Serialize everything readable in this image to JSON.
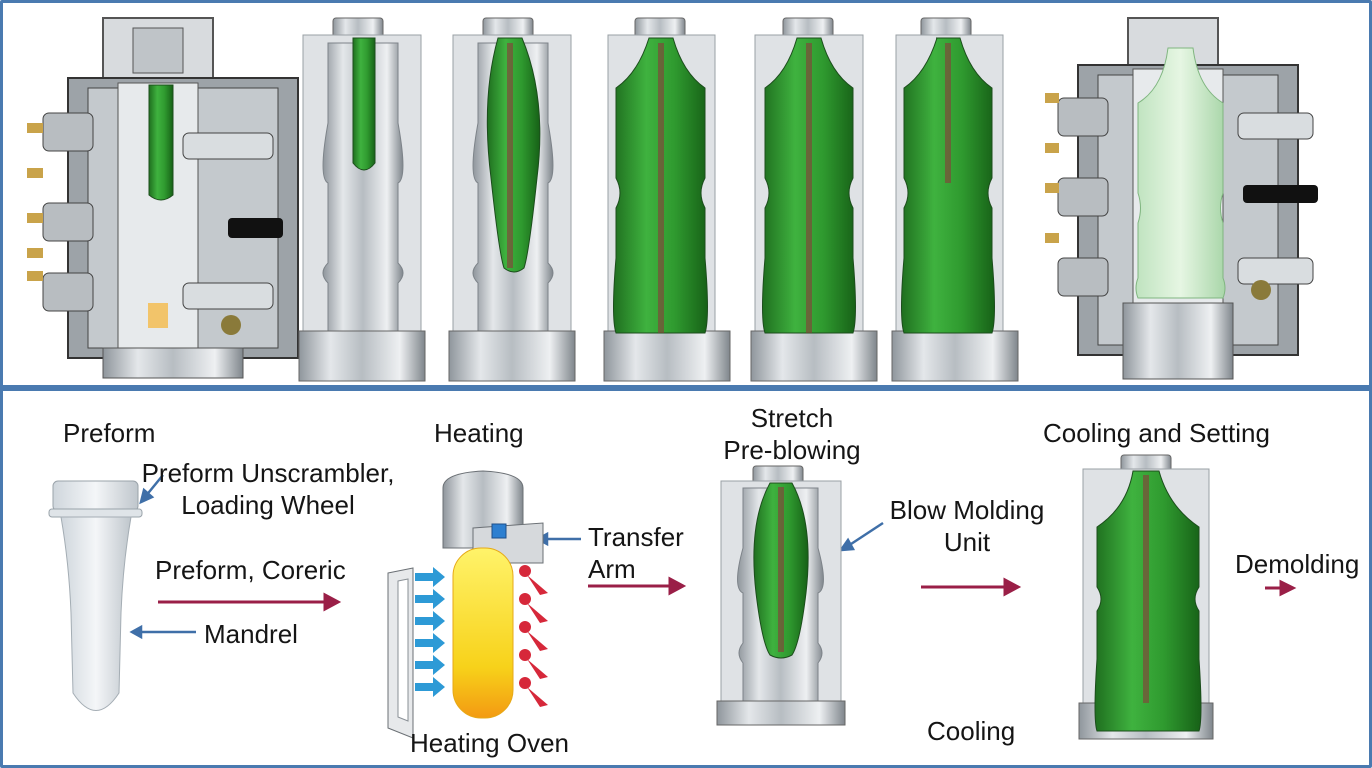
{
  "labels": {
    "preform": "Preform",
    "heating": "Heating",
    "stretch_preblowing": "Stretch\nPre-blowing",
    "cooling_and_setting": "Cooling and Setting",
    "preform_unscrambler": "Preform Unscrambler,\nLoading Wheel",
    "preform_coreric": "Preform, Coreric",
    "mandrel": "Mandrel",
    "transfer_arm": "Transfer\nArm",
    "blow_molding_unit": "Blow Molding\nUnit",
    "demolding": "Demolding",
    "heating_oven": "Heating Oven",
    "cooling": "Cooling"
  },
  "colors": {
    "frame": "#4a7ab0",
    "bottle_green": "#2f9a2f",
    "mold_gray": "#c9ccd0",
    "process_arrow": "#9a1f47",
    "pointer_arrow": "#3f6fa8",
    "heater_yellow": "#f7d21a",
    "ir_blue": "#2d9ad6",
    "ir_red": "#d6283a"
  },
  "icons": [
    "mold-icon",
    "bottle-icon",
    "arrow-right-icon",
    "heater-icon",
    "infrared-arrow-icon"
  ]
}
